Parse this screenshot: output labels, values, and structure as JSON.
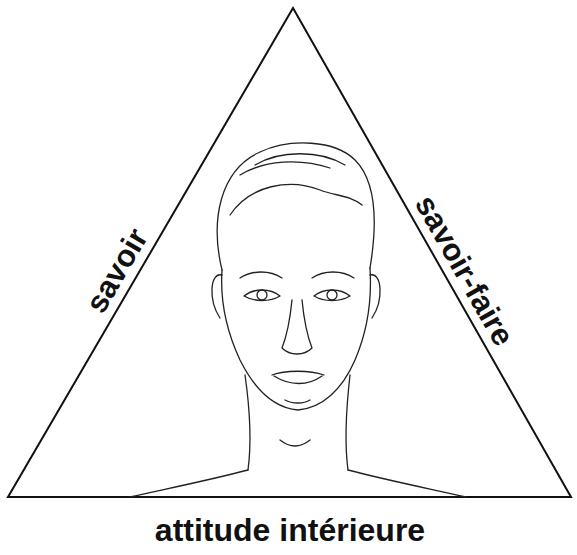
{
  "diagram": {
    "labels": [
      "savoir",
      "savoir-faire",
      "attitude intérieure"
    ]
  }
}
